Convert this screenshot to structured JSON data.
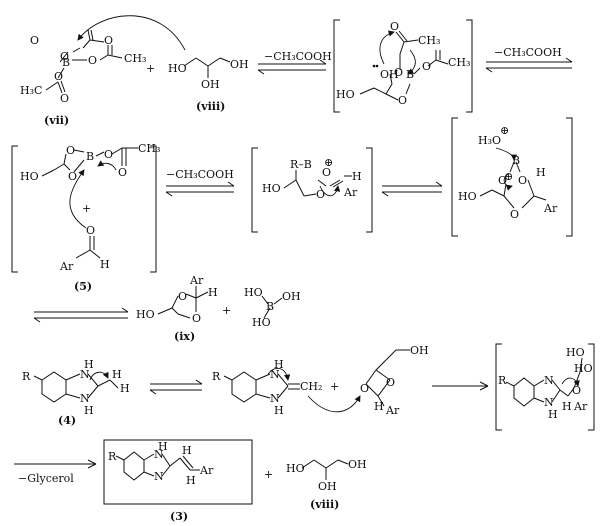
{
  "labels": {
    "vii": "(vii)",
    "viii_top": "(viii)",
    "five": "(5)",
    "ix": "(ix)",
    "four": "(4)",
    "three": "(3)",
    "viii_bottom": "(viii)"
  },
  "conditions": {
    "acetic_1": "−CH₃COOH",
    "acetic_2": "−CH₃COOH",
    "acetic_3": "−CH₃COOH",
    "glycerol": "−Glycerol"
  },
  "atoms": {
    "ch3": "CH₃",
    "h3c": "H₃C",
    "boron": "B",
    "oxygen": "O",
    "hydroxyl": "HO",
    "oh": "OH",
    "aryl": "Ar",
    "hydrogen": "H",
    "r_group": "R",
    "nh": "N",
    "r_b": "R–B",
    "h3o": "H₃O",
    "ch2": "CH₂",
    "plus": "+",
    "oplus": "⊕"
  }
}
